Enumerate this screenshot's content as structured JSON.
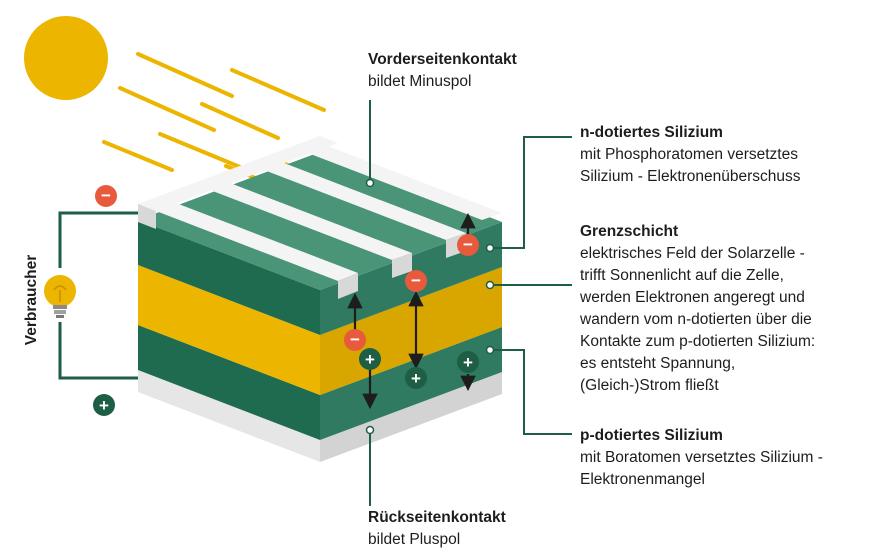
{
  "callouts": {
    "front_contact": {
      "title": "Vorderseitenkontakt",
      "lines": [
        "bildet Minuspol"
      ]
    },
    "n_type": {
      "title": "n-dotiertes Silizium",
      "lines": [
        "mit Phosphoratomen versetztes",
        "Silizium - Elektronenüberschuss"
      ]
    },
    "junction": {
      "title": "Grenzschicht",
      "lines": [
        "elektrisches Feld der Solarzelle -",
        "trifft Sonnenlicht auf die Zelle,",
        "werden Elektronen angeregt und",
        "wandern vom n-dotierten über die",
        "Kontakte zum p-dotierten Silizium:",
        "es entsteht Spannung,",
        "(Gleich-)Strom fließt"
      ]
    },
    "p_type": {
      "title": "p-dotiertes Silizium",
      "lines": [
        "mit Boratomen versetztes Silizium -",
        "Elektronenmangel"
      ]
    },
    "back_contact": {
      "title": "Rückseitenkontakt",
      "lines": [
        "bildet Pluspol"
      ]
    }
  },
  "consumer_label": "Verbraucher",
  "signs": {
    "minus": "−",
    "plus": "+"
  },
  "colors": {
    "green_front": "#1e6b4f",
    "green_side": "#2f7a60",
    "green_top": "#4a9478",
    "yellow_front": "#ecb500",
    "yellow_side": "#d9a600",
    "contact_grey": "#e4e4e4",
    "sun": "#ecb500",
    "minus_badge": "#e85a3c",
    "plus_badge": "#1e5e44",
    "leader_line": "#1e5e44"
  },
  "icons": [
    "sun-icon",
    "light-bulb-icon",
    "arrow-up-icon",
    "arrow-down-icon",
    "minus-badge-icon",
    "plus-badge-icon"
  ]
}
